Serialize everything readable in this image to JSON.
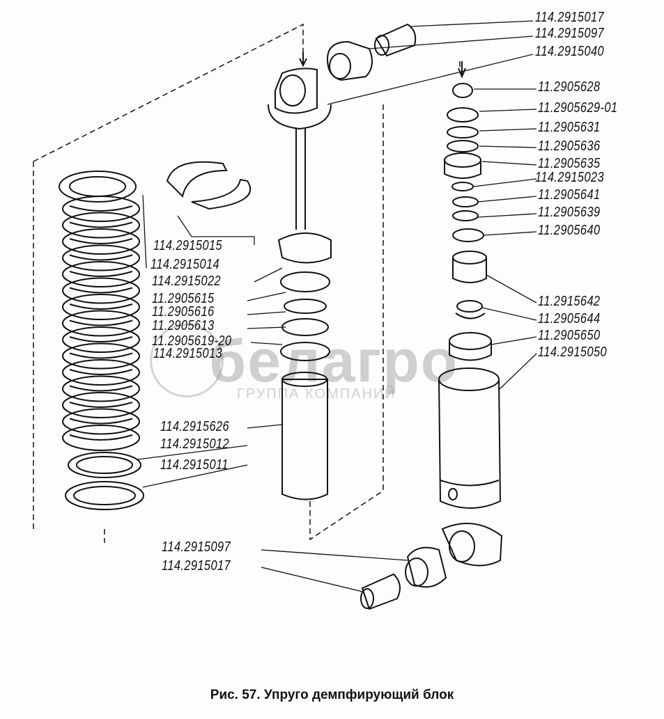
{
  "caption": "Рис. 57. Упруго демпфирующий блок",
  "watermark": {
    "brand": "белагро",
    "subtitle": "ГРУППА КОМПАНИЙ"
  },
  "labels": {
    "top_right": [
      "114.2915017",
      "114.2915097",
      "114.2915040"
    ],
    "valve_stack": [
      "11.2905628",
      "11.2905629-01",
      "11.2905631",
      "11.2905636",
      "11.2905635",
      "114.2915023",
      "11.2905641",
      "11.2905639",
      "11.2905640"
    ],
    "valve_lower": [
      "11.2915642",
      "11.2905644",
      "11.2905650",
      "114.2915050"
    ],
    "rod_parts": [
      "114.2915015",
      "114.2915014",
      "114.2915022",
      "11.2905615",
      "11.2905616",
      "11.2905613",
      "11.2905619-20",
      "114.2915013"
    ],
    "spring_parts": [
      "114.2915626",
      "114.2915012",
      "114.2915011"
    ],
    "bottom": [
      "114.2915097",
      "114.2915017"
    ]
  }
}
